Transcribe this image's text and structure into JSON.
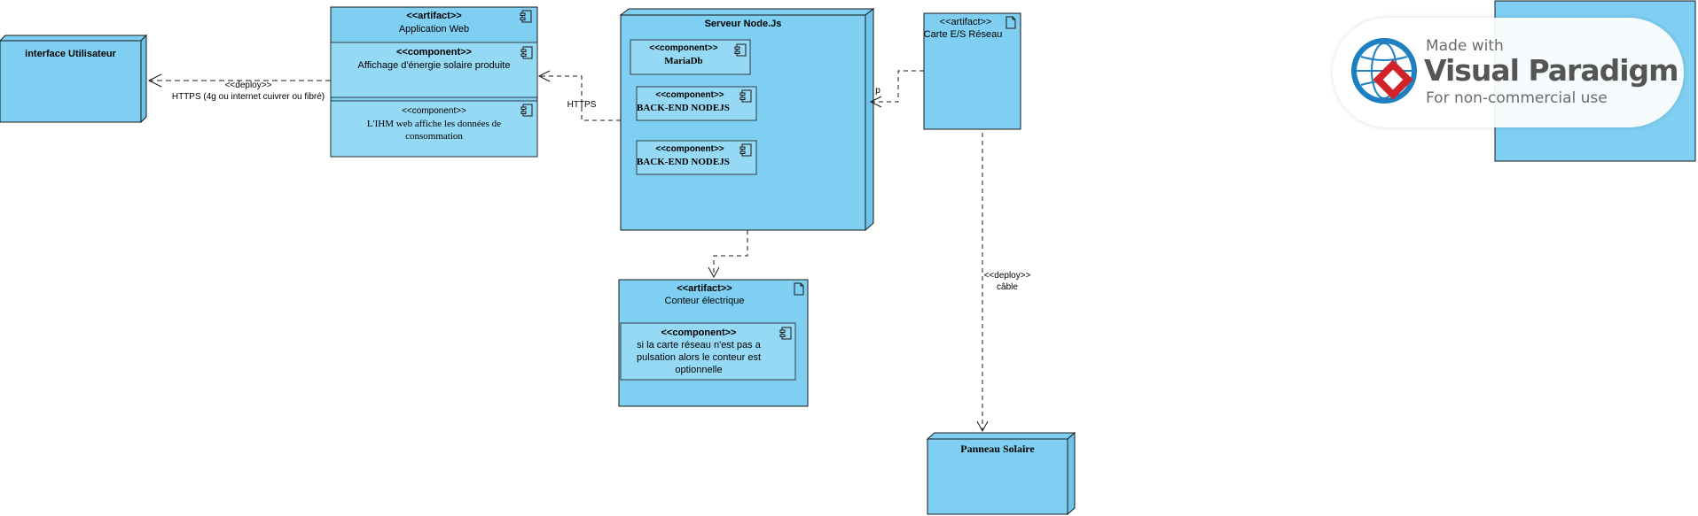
{
  "nodes": {
    "interface": {
      "name": "interface Utilisateur"
    },
    "app_web": {
      "stereotype": "<<artifact>>",
      "name": "Application Web",
      "components": [
        {
          "stereotype": "<<component>>",
          "name": "Affichage d'énergie solaire produite"
        },
        {
          "stereotype": "<<component>>",
          "name_line1": "L'IHM web affiche les données de",
          "name_line2": "consommation"
        }
      ]
    },
    "serveur": {
      "name": "Serveur Node.Js",
      "components": [
        {
          "stereotype": "<<component>>",
          "name": "MariaDb"
        },
        {
          "stereotype": "<<component>>",
          "name": "BACK-END NODEJS"
        },
        {
          "stereotype": "<<component>>",
          "name": "BACK-END NODEJS"
        }
      ]
    },
    "carte": {
      "stereotype": "<<artifact>>",
      "name": "Carte E/S Réseau"
    },
    "conteur": {
      "stereotype": "<<artifact>>",
      "name": "Conteur électrique",
      "component": {
        "stereotype": "<<component>>",
        "line1": "si la carte réseau n'est pas a",
        "line2": "pulsation alors le conteur est",
        "line3": "optionnelle"
      }
    },
    "panneau": {
      "name": "Panneau Solaire"
    }
  },
  "edges": {
    "app_to_interface": {
      "stereotype": "<<deploy>>",
      "label": "HTTPS (4g ou internet cuivrer ou fibré)"
    },
    "serveur_to_app": {
      "label": "HTTPS"
    },
    "carte_to_serveur": {
      "label": "p"
    },
    "carte_to_panneau": {
      "stereotype": "<<deploy>>",
      "label": "câble"
    }
  },
  "watermark": {
    "line1": "Made with",
    "line2": "Visual Paradigm",
    "line3": "For non-commercial use"
  },
  "colors": {
    "node_fill": "#7ecff2",
    "component_fill": "#95d9f4",
    "stroke": "#1a1a1a",
    "watermark_red": "#d2232a",
    "watermark_blue": "#1e7fc1"
  }
}
